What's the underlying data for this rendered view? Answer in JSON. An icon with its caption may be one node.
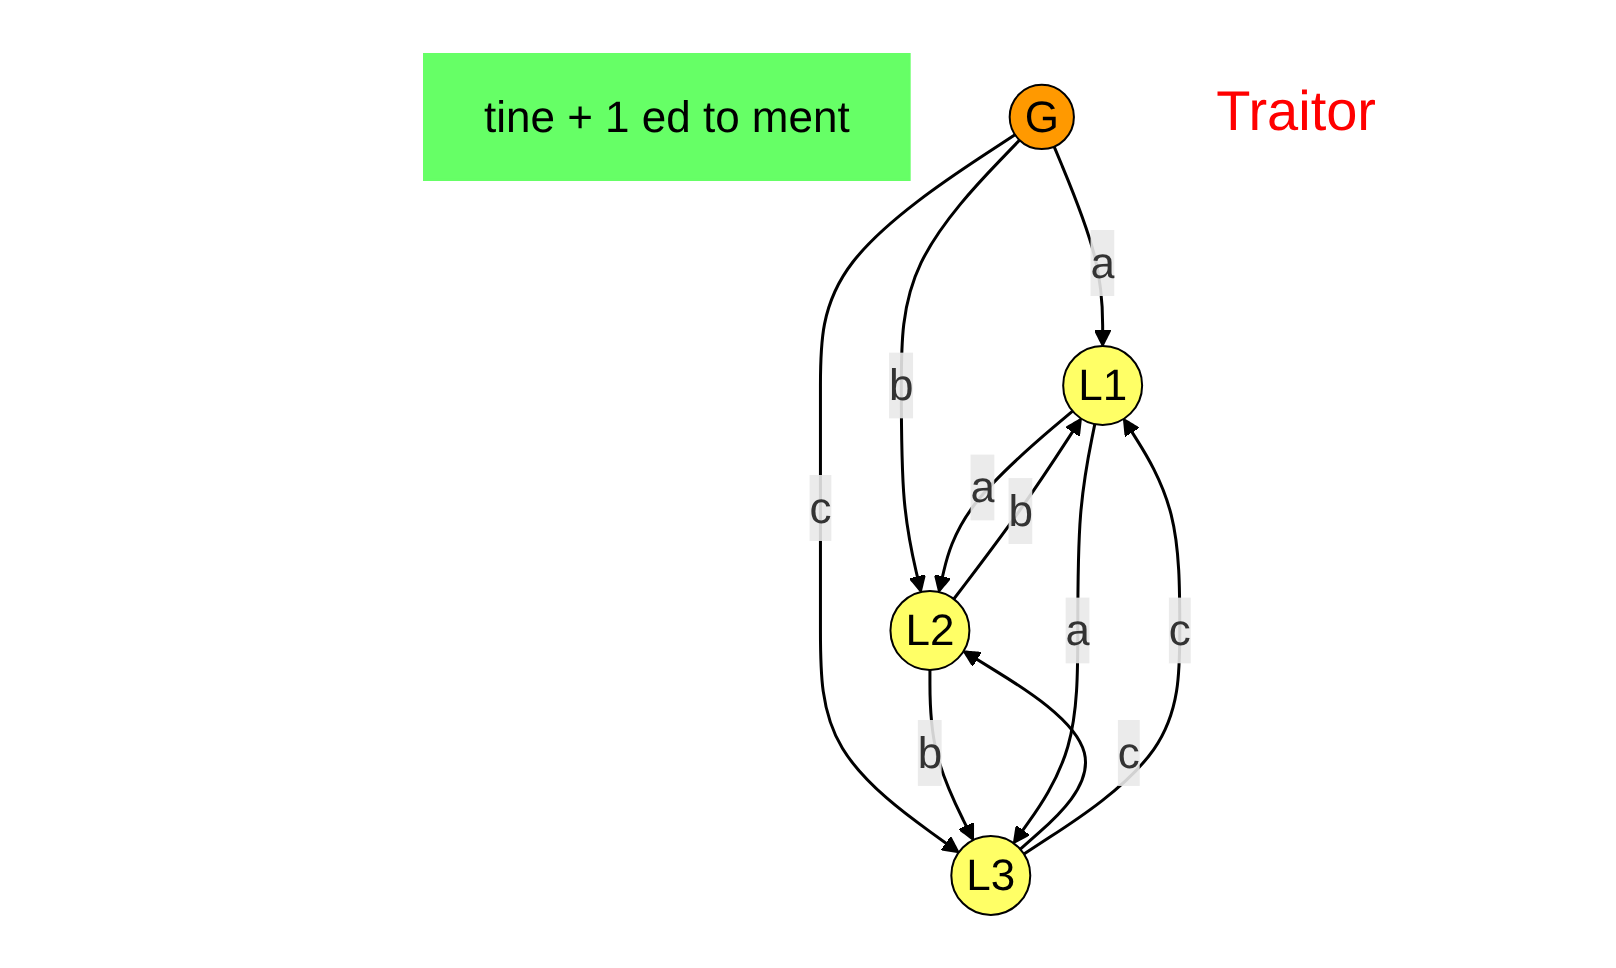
{
  "diagram": {
    "nodes": [
      {
        "text": [
          "tine + 1 ed to ment"
        ]
      },
      {
        "text": [
          "G"
        ],
        "beside": [
          "Traitor"
        ]
      },
      {
        "text": [
          "L1"
        ]
      },
      {
        "text": [
          "L2"
        ]
      },
      {
        "text": [
          "L3"
        ]
      }
    ],
    "edges": [
      {
        "from": 1,
        "to": 2,
        "arrow": "to",
        "label": "a"
      },
      {
        "from": 1,
        "to": 3,
        "arrow": "to",
        "label": "b"
      },
      {
        "from": 1,
        "to": 4,
        "arrow": "to",
        "label": "c"
      },
      {
        "from": 3,
        "to": 2,
        "arrow": "to",
        "label": "b"
      },
      {
        "from": 2,
        "to": 3,
        "arrow": "to",
        "label": "a"
      },
      {
        "from": 4,
        "to": 3,
        "arrow": "to",
        "label": "c"
      },
      {
        "from": 3,
        "to": 4,
        "arrow": "to",
        "label": "b"
      },
      {
        "from": 2,
        "to": 4,
        "arrow": "to",
        "label": "a"
      },
      {
        "from": 4,
        "to": 2,
        "arrow": "to",
        "label": "c"
      }
    ]
  }
}
